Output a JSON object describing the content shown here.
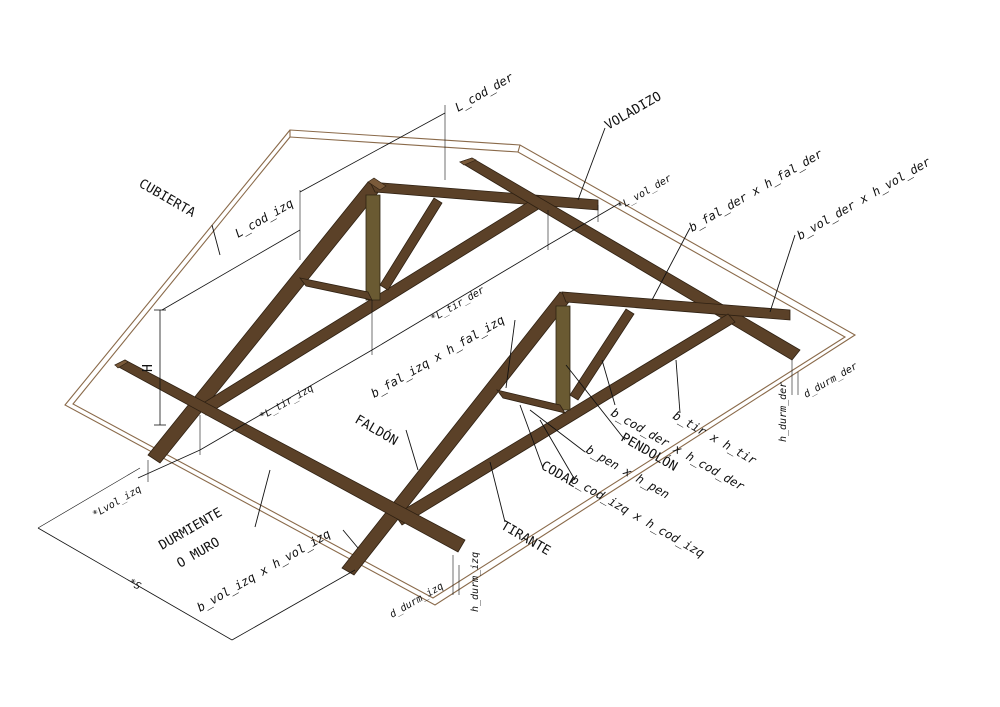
{
  "labels": {
    "l_cod_der": "L_cod_der",
    "voladizo": "VOLADIZO",
    "l_cod_izq": "L_cod_izq",
    "l_vol_der": "*L_vol_der",
    "b_fal_der": "b_fal_der  x  h_fal_der",
    "b_vol_der": "b_vol_der  x  h_vol_der",
    "cubierta": "CUBIERTA",
    "l_tir_der": "*L_tir_der",
    "h": "H",
    "b_fal_izq": "b_fal_izq  x  h_fal_izq",
    "l_tir_izq": "*L_tir_izq",
    "faldon": "FALDÓN",
    "pendolon": "PENDOLÓN",
    "b_pen": "b_pen  x  h_pen",
    "b_cod_der": "b_cod_der  x  h_cod_der",
    "b_tir": "b_tir  x  h_tir",
    "h_durm_der": "h_durm_der",
    "d_durm_der": "d_durm_der",
    "codal": "CODAL",
    "b_cod_izq": "b_cod_izq  x  h_cod_izq",
    "l_vol_izq": "*Lvol_izq",
    "durmiente_1": "DURMIENTE",
    "durmiente_2": "O  MURO",
    "tirante": "TIRANTE",
    "s": "*S",
    "b_vol_izq": "b_vol_izq  x  h_vol_izq",
    "d_durm_izq": "d_durm_izq",
    "h_durm_izq": "h_durm_izq"
  },
  "colors": {
    "wood": "#5b4128",
    "wood_light": "#7a5a3a",
    "post": "#6a5a32",
    "roof_outline": "#8a6a4a"
  }
}
